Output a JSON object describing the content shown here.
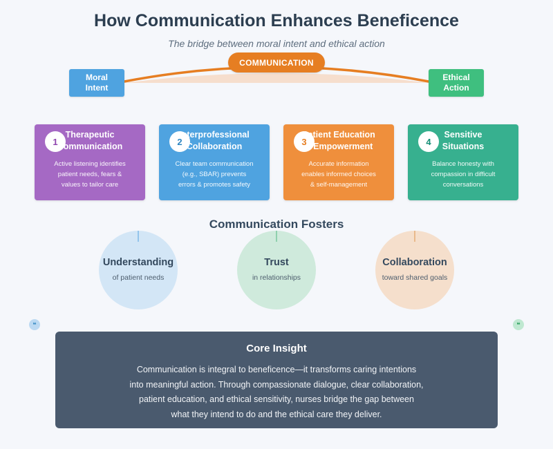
{
  "title": "How Communication Enhances Beneficence",
  "subtitle": "The bridge between moral intent and ethical action",
  "bridge": {
    "left_label": "Moral\nIntent",
    "center_label": "COMMUNICATION",
    "right_label": "Ethical\nAction",
    "colors": {
      "left": "#4fa3e0",
      "center": "#e67e22",
      "right": "#3fbf7f"
    }
  },
  "cards": [
    {
      "number": "1",
      "title": "Therapeutic\nCommunication",
      "description": "Active listening identifies\npatient needs, fears &\nvalues to tailor care",
      "color": "#a569c4"
    },
    {
      "number": "2",
      "title": "Interprofessional\nCollaboration",
      "description": "Clear team communication\n(e.g., SBAR) prevents\nerrors & promotes safety",
      "color": "#4fa3e0"
    },
    {
      "number": "3",
      "title": "Patient Education\n& Empowerment",
      "description": "Accurate information\nenables informed choices\n& self-management",
      "color": "#ef8f3c"
    },
    {
      "number": "4",
      "title": "Sensitive\nSituations",
      "description": "Balance honesty with\ncompassion in difficult\nconversations",
      "color": "#37b08f"
    }
  ],
  "fosters": {
    "title": "Communication Fosters",
    "items": [
      {
        "title": "Understanding",
        "subtitle": "of patient needs"
      },
      {
        "title": "Trust",
        "subtitle": "in relationships"
      },
      {
        "title": "Collaboration",
        "subtitle": "toward shared goals"
      }
    ]
  },
  "decor": {
    "left_icon": "speech-bubble-icon",
    "right_icon": "speech-bubble-icon"
  },
  "insight": {
    "title": "Core Insight",
    "body": "Communication is integral to beneficence—it transforms caring intentions\ninto meaningful action. Through compassionate dialogue, clear collaboration,\npatient education, and ethical sensitivity, nurses bridge the gap between\nwhat they intend to do and the ethical care they deliver."
  }
}
